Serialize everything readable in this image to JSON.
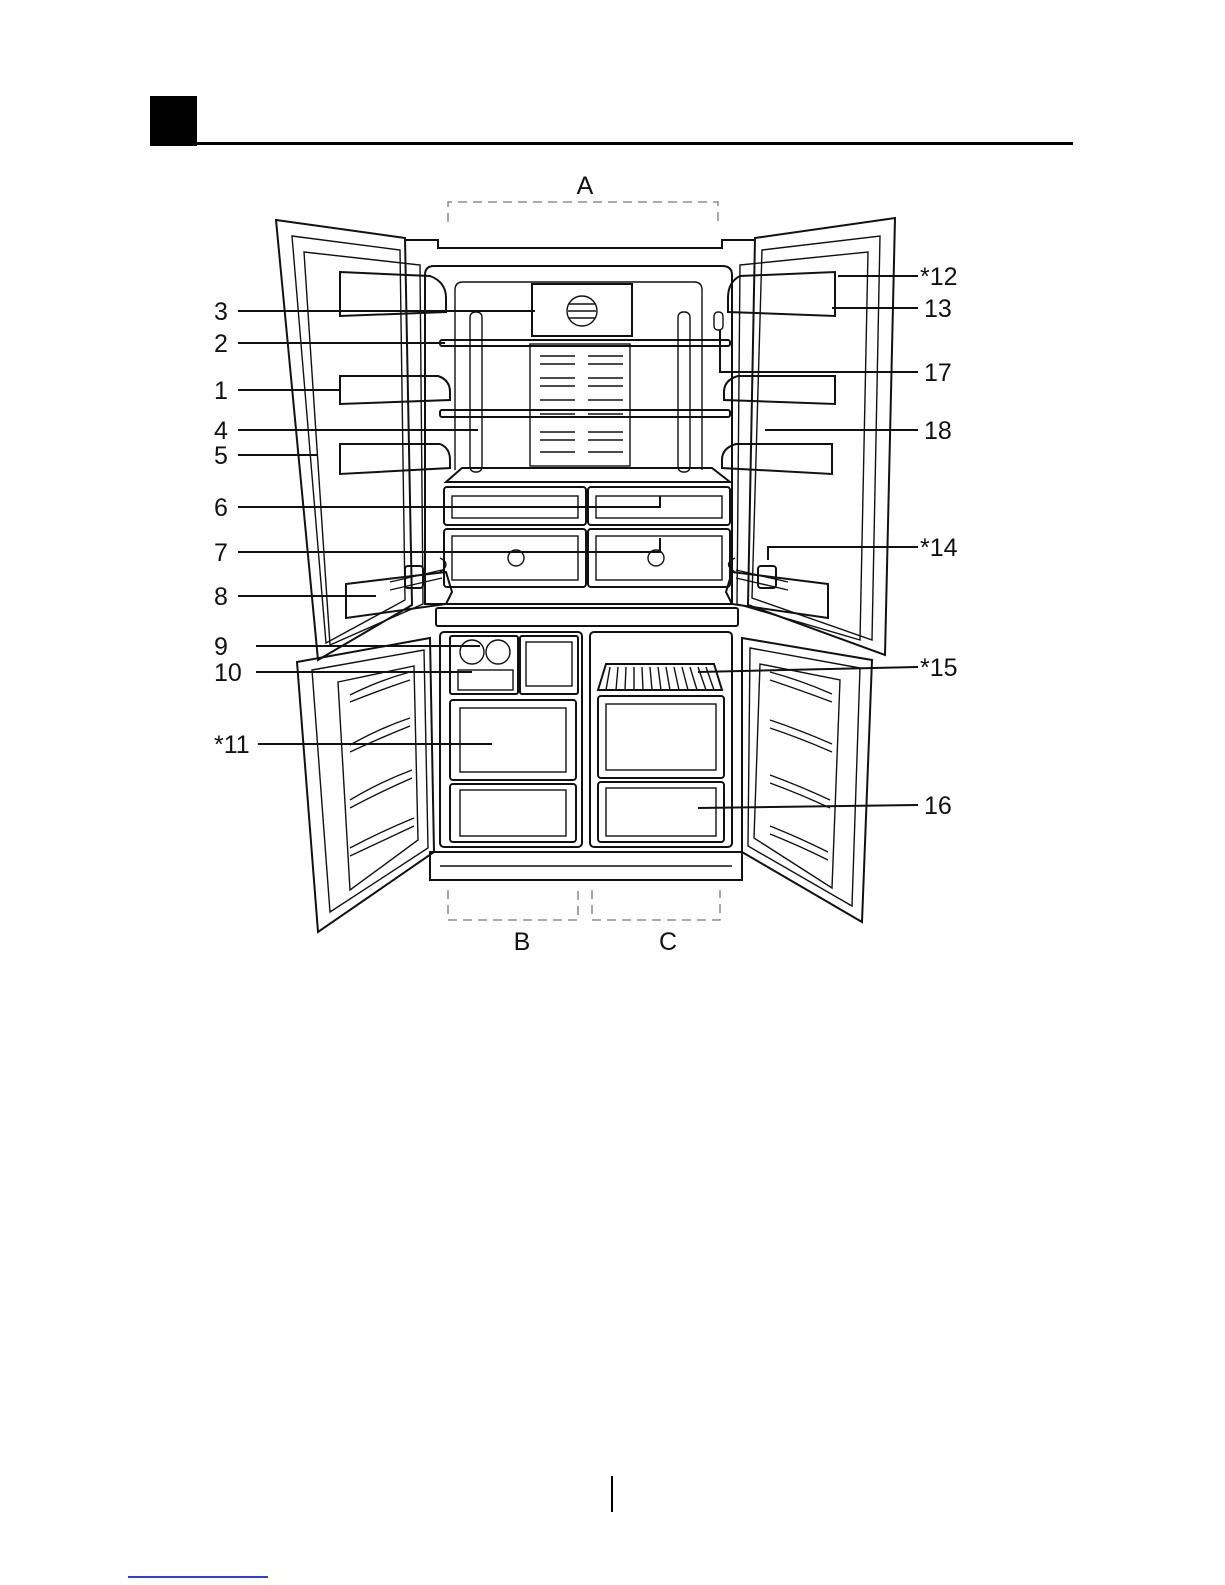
{
  "header": {
    "block_color": "#000000",
    "rule_color": "#000000"
  },
  "diagram": {
    "zones": [
      {
        "id": "A",
        "text": "A"
      },
      {
        "id": "B",
        "text": "B"
      },
      {
        "id": "C",
        "text": "C"
      }
    ],
    "callouts": [
      {
        "id": "1",
        "text": "1"
      },
      {
        "id": "2",
        "text": "2"
      },
      {
        "id": "3",
        "text": "3"
      },
      {
        "id": "4",
        "text": "4"
      },
      {
        "id": "5",
        "text": "5"
      },
      {
        "id": "6",
        "text": "6"
      },
      {
        "id": "7",
        "text": "7"
      },
      {
        "id": "8",
        "text": "8"
      },
      {
        "id": "9",
        "text": "9"
      },
      {
        "id": "10",
        "text": "10"
      },
      {
        "id": "11",
        "text": "*11"
      },
      {
        "id": "12",
        "text": "*12"
      },
      {
        "id": "13",
        "text": "13"
      },
      {
        "id": "14",
        "text": "*14"
      },
      {
        "id": "15",
        "text": "*15"
      },
      {
        "id": "16",
        "text": "16"
      },
      {
        "id": "17",
        "text": "17"
      },
      {
        "id": "18",
        "text": "18"
      }
    ]
  },
  "footer": {
    "link_color": "#3a3ad8"
  }
}
